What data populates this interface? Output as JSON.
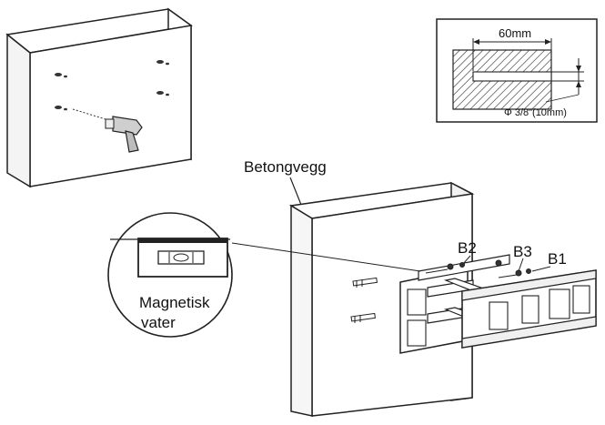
{
  "labels": {
    "wall": "Betongvegg",
    "level_line1": "Magnetisk",
    "level_line2": "vater",
    "b1": "B1",
    "b2": "B2",
    "b3": "B3",
    "dim_depth": "60mm",
    "dim_diameter": "Φ 3/8\"(10mm)"
  }
}
